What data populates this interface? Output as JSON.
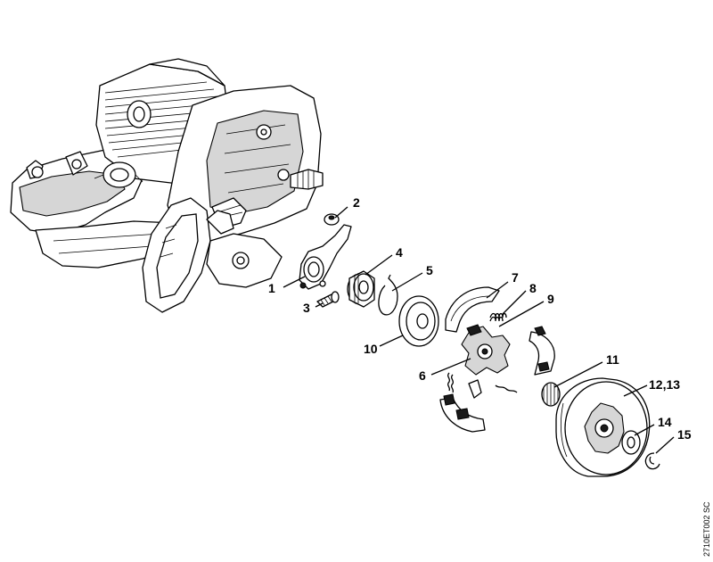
{
  "diagram": {
    "callouts": [
      "1",
      "2",
      "3",
      "4",
      "5",
      "6",
      "7",
      "8",
      "9",
      "10",
      "11",
      "12,13",
      "14",
      "15"
    ],
    "drawing_ref": "2710ET002 SC"
  }
}
